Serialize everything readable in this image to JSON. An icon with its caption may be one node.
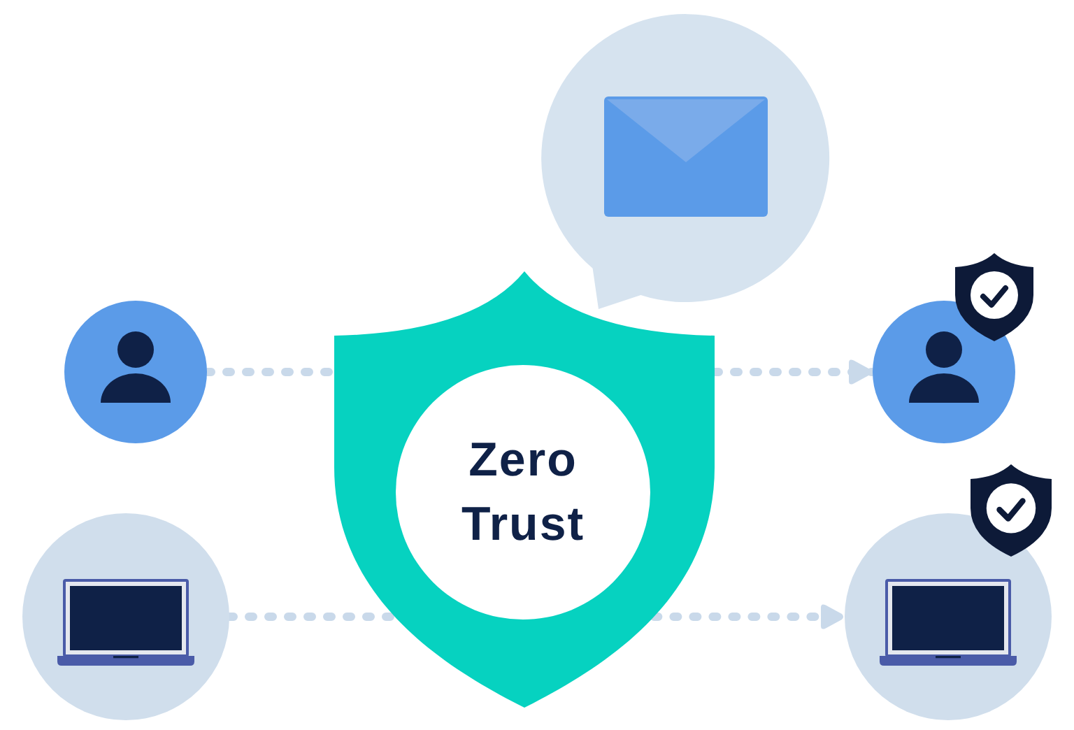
{
  "diagram": {
    "nodes": [
      {
        "text": [],
        "shape": "circle"
      },
      {
        "text": [],
        "shape": "circle"
      },
      {
        "text": [
          "Zero Trust"
        ]
      },
      {
        "text": [],
        "shape": "bubble"
      },
      {
        "text": [],
        "shape": "circle"
      },
      {
        "text": [],
        "shape": "circle"
      }
    ],
    "edges": [
      {
        "from": 0,
        "to": 2,
        "arrow": "none"
      },
      {
        "from": 2,
        "to": 4,
        "arrow": "to"
      },
      {
        "from": 1,
        "to": 2,
        "arrow": "none"
      },
      {
        "from": 2,
        "to": 5,
        "arrow": "to"
      }
    ]
  }
}
